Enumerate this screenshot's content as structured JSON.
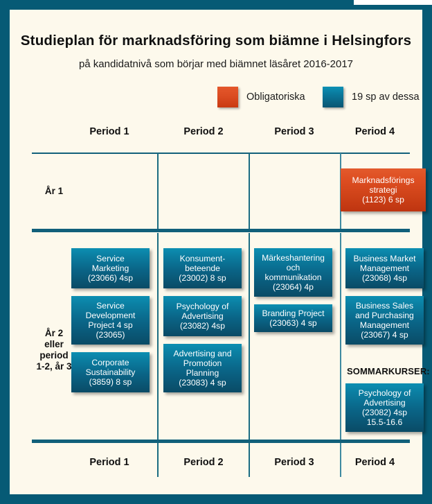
{
  "header": {
    "title": "Studieplan för marknadsföring som biämne i Helsingfors",
    "subtitle": "på kandidatnivå som börjar med biämnet läsåret 2016-2017"
  },
  "legend": {
    "mandatory_label": "Obligatoriska",
    "mandatory_color": "#DB4C22",
    "selective_label": "19 sp av dessa",
    "selective_color": "#0A7496"
  },
  "colors": {
    "frame": "#065A75",
    "card": "#FDF9EC",
    "rule": "#11607A",
    "divider": "#1A6C82"
  },
  "columns": {
    "top": [
      "Period 1",
      "Period 2",
      "Period 3",
      "Period 4"
    ],
    "bottom": [
      "Period 1",
      "Period 2",
      "Period 3",
      "Period 4"
    ]
  },
  "rows": [
    {
      "label": "År 1"
    },
    {
      "label": "År 2\neller\nperiod\n1-2, år 3",
      "label_lines": [
        "År 2",
        "eller",
        "period",
        "1-2, år 3"
      ]
    }
  ],
  "year1": {
    "period4": [
      {
        "lines": [
          "Marknadsförings",
          "strategi",
          "(1123) 6 sp"
        ],
        "type": "mandatory"
      }
    ]
  },
  "year2": {
    "period1": [
      {
        "lines": [
          "Service",
          "Marketing",
          "(23066) 4sp"
        ],
        "type": "selective"
      },
      {
        "lines": [
          "Service",
          "Development",
          "Project 4 sp",
          "(23065)"
        ],
        "type": "selective"
      },
      {
        "lines": [
          "Corporate",
          "Sustainability",
          "(3859) 8 sp"
        ],
        "type": "selective"
      }
    ],
    "period2": [
      {
        "lines": [
          "Konsument-",
          "beteende",
          "(23002) 8 sp"
        ],
        "type": "selective"
      },
      {
        "lines": [
          "Psychology of",
          "Advertising",
          "(23082) 4sp"
        ],
        "type": "selective"
      },
      {
        "lines": [
          "Advertising and",
          "Promotion",
          "Planning",
          "(23083) 4 sp"
        ],
        "type": "selective"
      }
    ],
    "period3": [
      {
        "lines": [
          "Märkeshantering",
          "och",
          "kommunikation",
          "(23064) 4p"
        ],
        "type": "selective"
      },
      {
        "lines": [
          "Branding Project",
          "(23063) 4 sp"
        ],
        "type": "selective"
      }
    ],
    "period4": [
      {
        "lines": [
          "Business Market",
          "Management",
          "(23068) 4sp"
        ],
        "type": "selective"
      },
      {
        "lines": [
          "Business Sales",
          "and Purchasing",
          "Management",
          "(23067) 4 sp"
        ],
        "type": "selective"
      }
    ],
    "summer": {
      "label": "SOMMARKURSER:",
      "courses": [
        {
          "lines": [
            "Psychology of",
            "Advertising",
            "(23082) 4sp",
            "15.5-16.6"
          ],
          "type": "selective"
        }
      ]
    }
  }
}
